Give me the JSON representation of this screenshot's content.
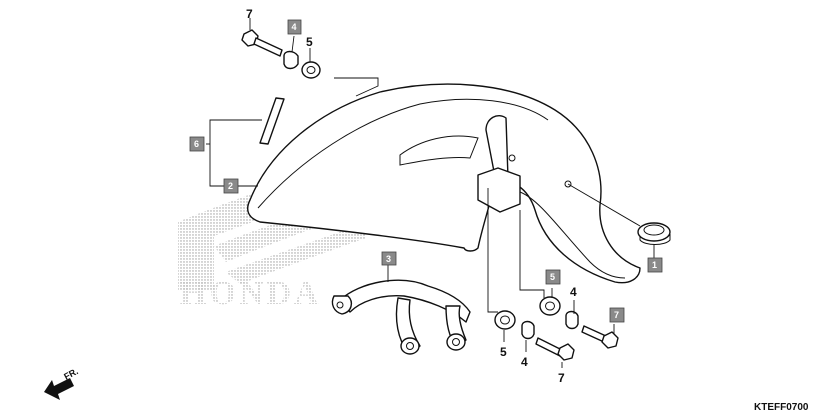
{
  "diagram": {
    "code": "KTEFF0700",
    "direction_label": "FR.",
    "watermark_text": "HONDA",
    "callouts": [
      {
        "id": "c1",
        "label": "1",
        "boxed": true
      },
      {
        "id": "c2",
        "label": "2",
        "boxed": true
      },
      {
        "id": "c3",
        "label": "3",
        "boxed": true
      },
      {
        "id": "c4a",
        "label": "4",
        "boxed": true
      },
      {
        "id": "c4b",
        "label": "4",
        "boxed": false
      },
      {
        "id": "c4c",
        "label": "4",
        "boxed": false
      },
      {
        "id": "c5a",
        "label": "5",
        "boxed": false
      },
      {
        "id": "c5b",
        "label": "5",
        "boxed": true
      },
      {
        "id": "c5c",
        "label": "5",
        "boxed": false
      },
      {
        "id": "c6",
        "label": "6",
        "boxed": true
      },
      {
        "id": "c7a",
        "label": "7",
        "boxed": false
      },
      {
        "id": "c7b",
        "label": "7",
        "boxed": true
      },
      {
        "id": "c7c",
        "label": "7",
        "boxed": false
      }
    ]
  }
}
